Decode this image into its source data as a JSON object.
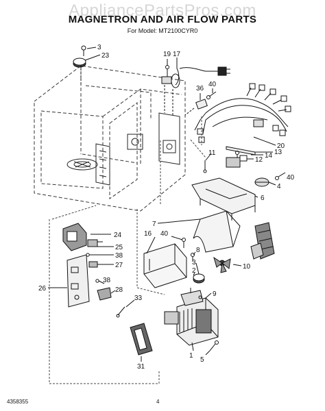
{
  "watermark": "AppliancePartsPros.com",
  "title": "MAGNETRON AND AIR FLOW PARTS",
  "subtitle": "For Model: MT2100CYR0",
  "footer": {
    "doc_number": "4358355",
    "page": "4"
  },
  "callouts": [
    "3",
    "23",
    "19",
    "17",
    "36",
    "40",
    "20",
    "13",
    "14",
    "12",
    "11",
    "40",
    "4",
    "6",
    "7",
    "16",
    "40",
    "8",
    "3",
    "2",
    "9",
    "10",
    "24",
    "25",
    "38",
    "27",
    "26",
    "38",
    "28",
    "33",
    "31",
    "1",
    "5"
  ]
}
